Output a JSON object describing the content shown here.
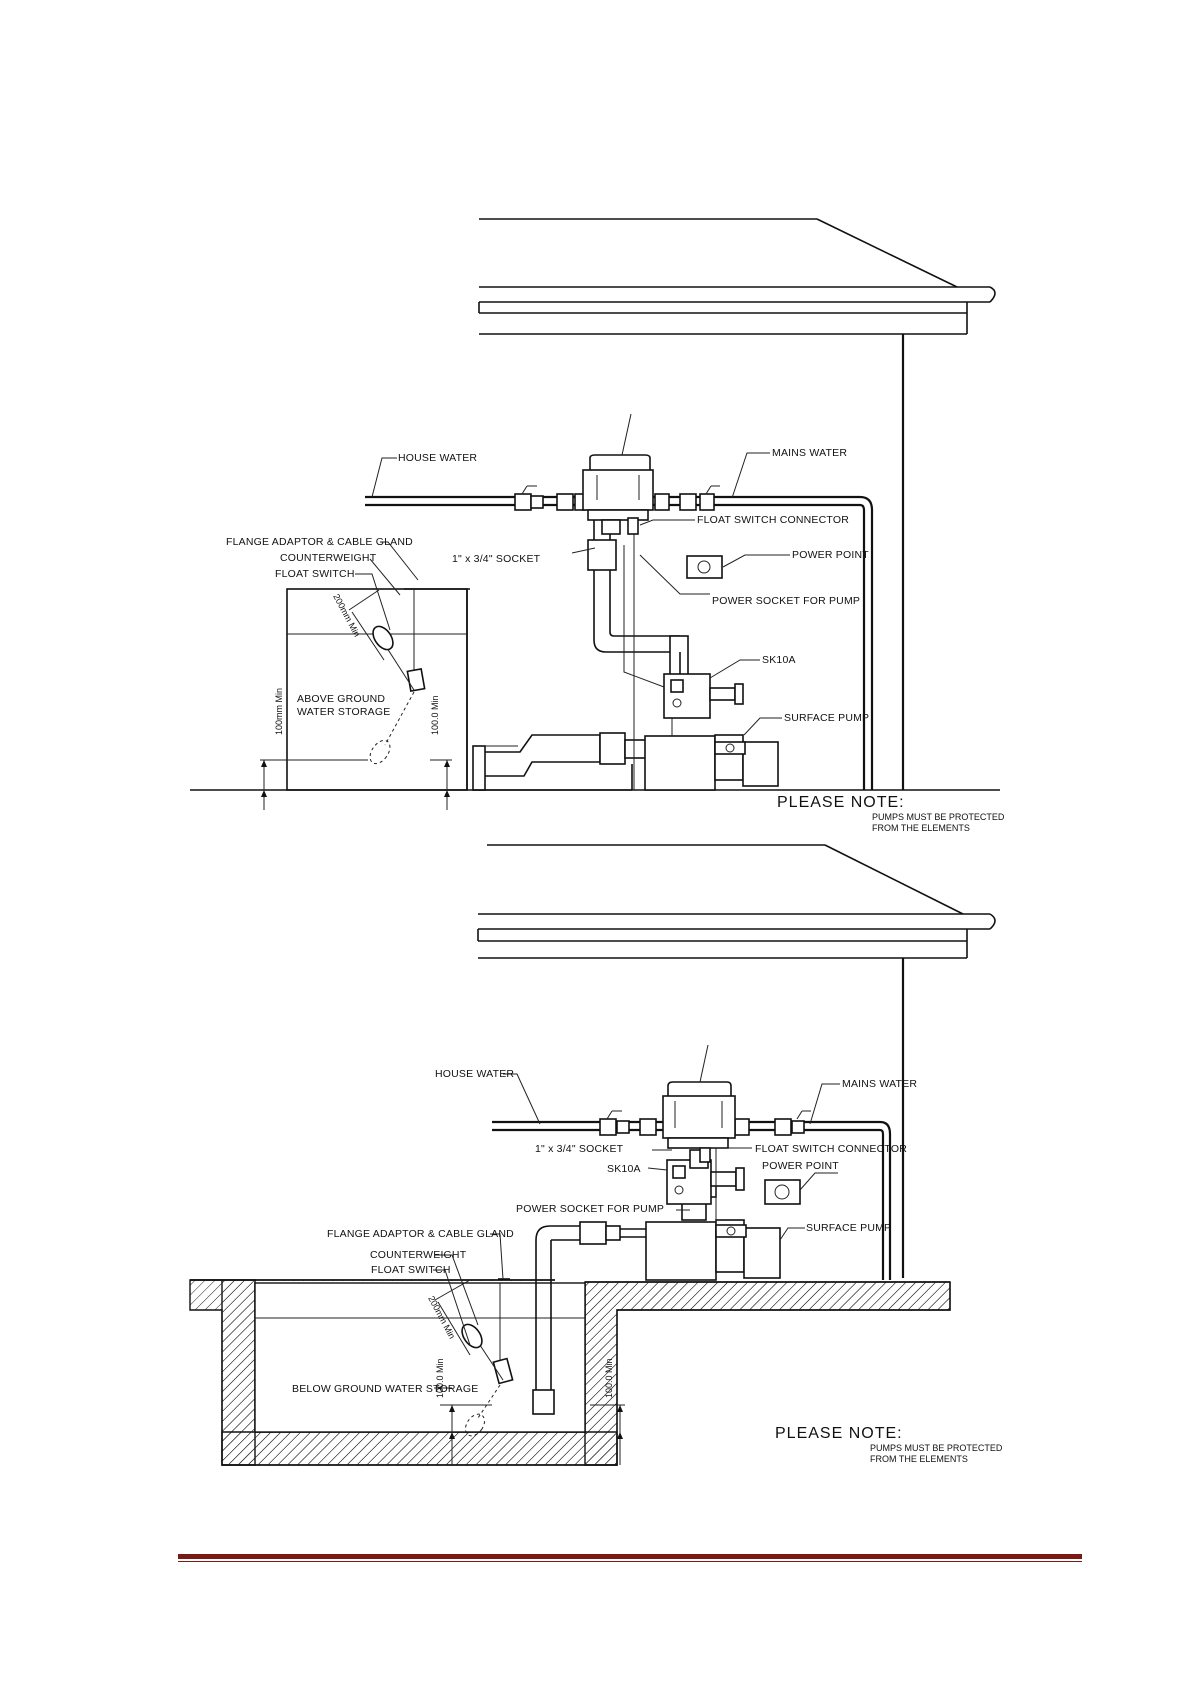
{
  "diagram_top": {
    "house_water": "HOUSE WATER",
    "mains_water": "MAINS WATER",
    "float_switch_connector": "FLOAT SWITCH CONNECTOR",
    "socket": "1\" x 3/4\" SOCKET",
    "power_point": "POWER POINT",
    "power_socket_for_pump": "POWER SOCKET FOR PUMP",
    "flange_adaptor": "FLANGE ADAPTOR & CABLE GLAND",
    "counterweight": "COUNTERWEIGHT",
    "float_switch": "FLOAT SWITCH",
    "dim_200": "200mm Min",
    "dim_100_left": "100mm Min",
    "dim_100_right": "100.0 Min",
    "storage": [
      "ABOVE GROUND",
      "WATER STORAGE"
    ],
    "sk10a": "SK10A",
    "surface_pump": "SURFACE PUMP",
    "note_title": "PLEASE NOTE:",
    "note_lines": [
      "PUMPS MUST BE PROTECTED",
      "FROM THE ELEMENTS"
    ]
  },
  "diagram_bottom": {
    "house_water": "HOUSE WATER",
    "mains_water": "MAINS WATER",
    "socket": "1\" x 3/4\" SOCKET",
    "float_switch_connector": "FLOAT SWITCH CONNECTOR",
    "sk10a": "SK10A",
    "power_point": "POWER POINT",
    "power_socket_for_pump": "POWER SOCKET FOR PUMP",
    "flange_adaptor": "FLANGE ADAPTOR & CABLE GLAND",
    "surface_pump": "SURFACE PUMP",
    "counterweight": "COUNTERWEIGHT",
    "float_switch": "FLOAT SWITCH",
    "dim_200": "200mm Min",
    "dim_100_left": "100.0 Min",
    "dim_100_right": "100.0 Min",
    "storage": "BELOW GROUND WATER STORAGE",
    "note_title": "PLEASE NOTE:",
    "note_lines": [
      "PUMPS MUST BE PROTECTED",
      "FROM THE ELEMENTS"
    ]
  },
  "colors": {
    "footer_rule": "#7b1a14",
    "ink": "#111111"
  }
}
